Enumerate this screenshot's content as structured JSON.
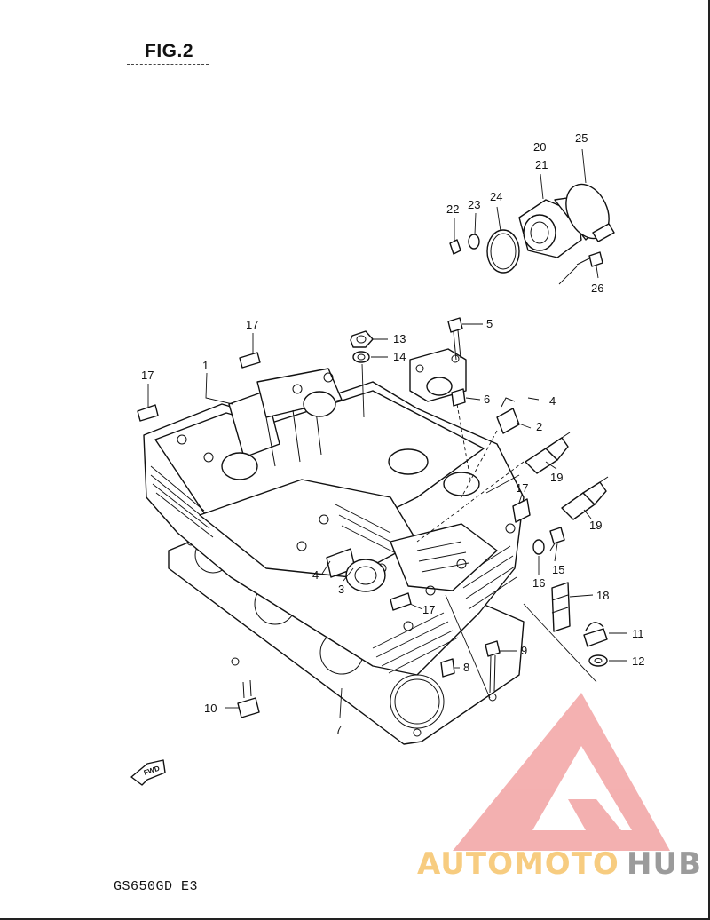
{
  "header": {
    "title": "FIG.2"
  },
  "footer": {
    "model_code": "GS650GD E3"
  },
  "watermark": {
    "text_part1": "AUTOMOTO",
    "text_part2": "HUB",
    "colors": {
      "triangle": "#f2a3a3",
      "part1": "#f6c46a",
      "part2": "#8a8a8a"
    }
  },
  "direction_arrow": {
    "label": "FWD"
  },
  "callouts": {
    "c1": "1",
    "c2": "2",
    "c3": "3",
    "c4a": "4",
    "c4b": "4",
    "c5": "5",
    "c6": "6",
    "c7": "7",
    "c8": "8",
    "c9": "9",
    "c10": "10",
    "c11": "11",
    "c12": "12",
    "c13": "13",
    "c14": "14",
    "c15": "15",
    "c16": "16",
    "c17a": "17",
    "c17b": "17",
    "c17c": "17",
    "c17d": "17",
    "c18": "18",
    "c19a": "19",
    "c19b": "19",
    "c20": "20",
    "c21": "21",
    "c22": "22",
    "c23": "23",
    "c24": "24",
    "c25": "25",
    "c26": "26"
  }
}
